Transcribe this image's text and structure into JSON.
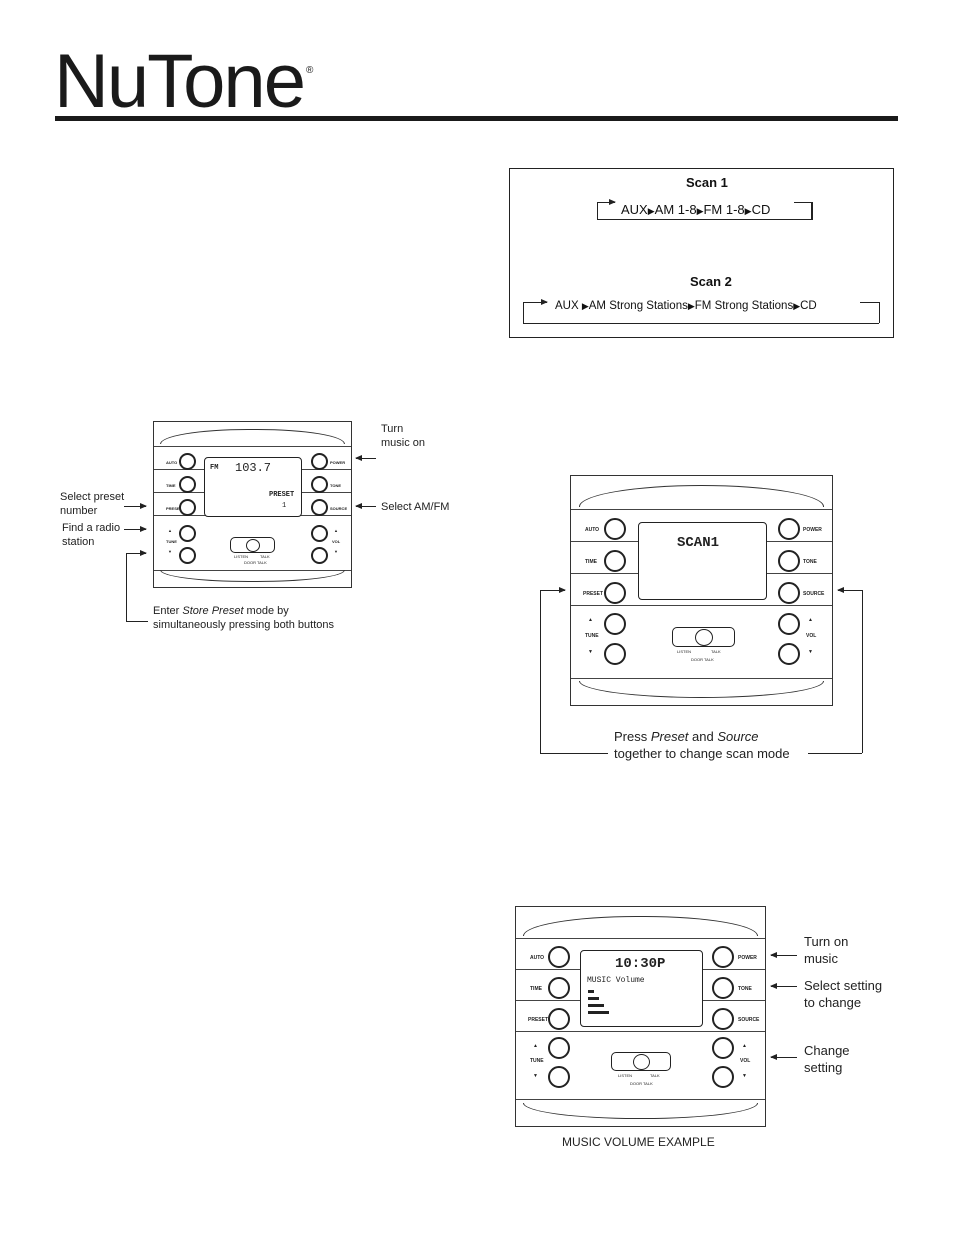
{
  "brand": {
    "name": "NuTone",
    "mark": "®"
  },
  "scan_box": {
    "scan1_title": "Scan 1",
    "scan1_sequence": [
      "AUX",
      "AM 1-8",
      "FM 1-8",
      "CD"
    ],
    "scan2_title": "Scan 2",
    "scan2_sequence": [
      "AUX ",
      "AM Strong Stations",
      "FM Strong Stations",
      "CD"
    ]
  },
  "button_labels": {
    "auto": "AUTO",
    "time": "TIME",
    "preset": "PRESET",
    "tune": "TUNE",
    "power": "POWER",
    "tone": "TONE",
    "source": "SOURCE",
    "vol": "VOL",
    "listen": "LISTEN",
    "talk": "TALK",
    "door_talk": "DOOR TALK",
    "up": "▲",
    "down": "▼"
  },
  "figure1": {
    "screen_band": "FM",
    "screen_freq": "103.7",
    "screen_preset": "PRESET",
    "screen_preset_num": "1",
    "callout_music": "Turn\nmusic on",
    "callout_source": "Select AM/FM",
    "callout_preset": "Select preset\nnumber",
    "callout_find": "Find a radio\nstation",
    "callout_store_a": "Enter ",
    "callout_store_em": "Store Preset",
    "callout_store_b": " mode by",
    "callout_store_line2": "simultaneously pressing both buttons"
  },
  "figure2": {
    "screen_text": "SCAN1",
    "caption_a": "Press ",
    "caption_preset": "Preset",
    "caption_and": " and ",
    "caption_source": "Source",
    "caption_line2": "together to change scan mode"
  },
  "figure3": {
    "screen_time": "10:30P",
    "screen_label": "MUSIC Volume",
    "callout_music": "Turn on\nmusic",
    "callout_setting": "Select setting\nto change",
    "callout_change": "Change\nsetting",
    "caption": "MUSIC VOLUME EXAMPLE"
  }
}
